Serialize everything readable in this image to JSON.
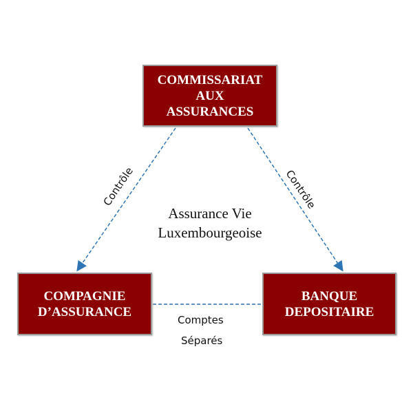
{
  "nodes": {
    "top": {
      "lines": [
        "COMMISSARIAT",
        "AUX",
        "ASSURANCES"
      ]
    },
    "left": {
      "lines": [
        "COMPAGNIE",
        "D’ASSURANCE"
      ]
    },
    "right": {
      "lines": [
        "BANQUE",
        "DEPOSITAIRE"
      ]
    }
  },
  "edges": {
    "left_label": "Contrôle",
    "right_label": "Contrôle",
    "bottom_label": [
      "Comptes",
      "Séparés"
    ]
  },
  "center_title": [
    "Assurance Vie",
    "Luxembourgeoise"
  ],
  "colors": {
    "box": "#8b0000",
    "line": "#2e75b6"
  }
}
